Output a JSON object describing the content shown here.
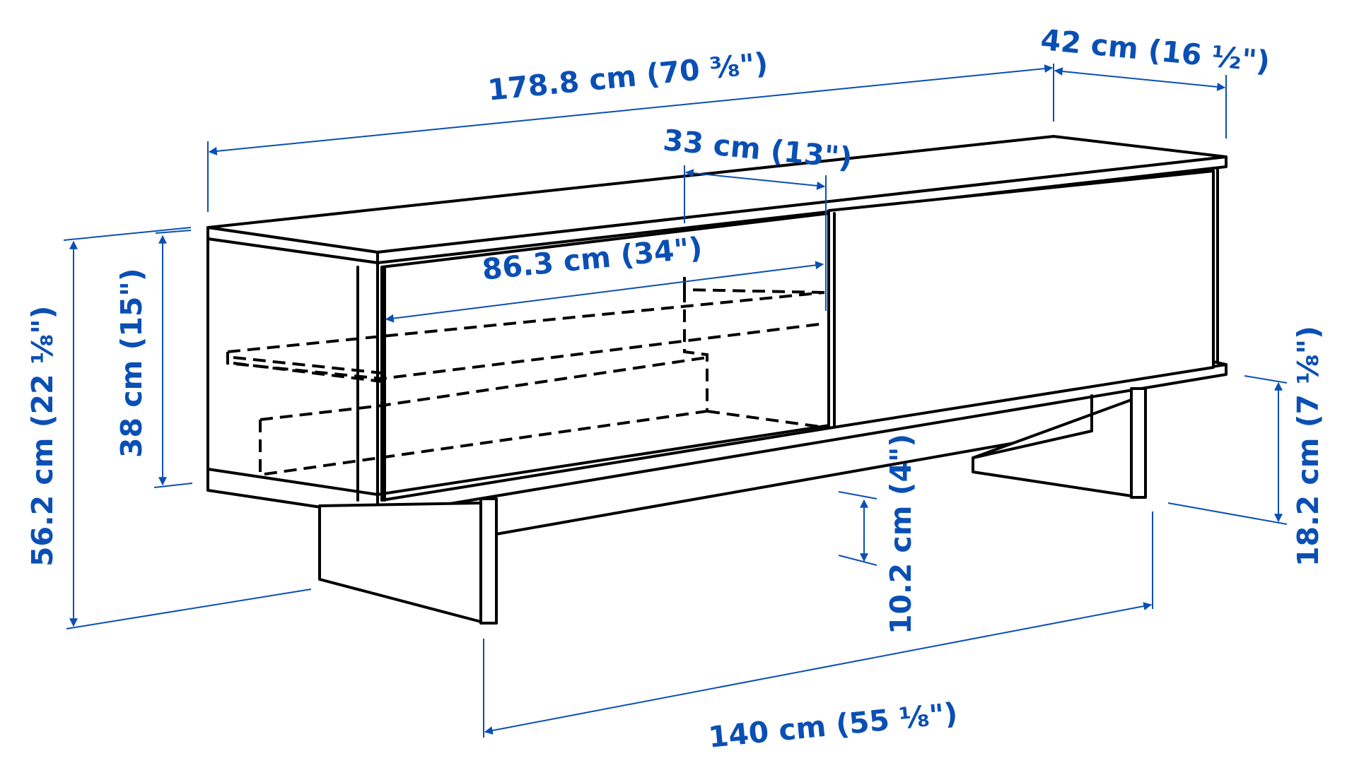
{
  "diagram": {
    "type": "technical dimension drawing",
    "subject": "TV bench with open compartment and sliding door",
    "colors": {
      "dimension": "#0a4fb4",
      "line": "#000000",
      "background": "#ffffff"
    },
    "dimensions": {
      "total_width": "178.8 cm (70 ⅜\")",
      "depth": "42 cm (16 ½\")",
      "compartment_depth": "33 cm (13\")",
      "compartment_width": "86.3 cm (34\")",
      "total_height": "56.2 cm (22 ⅛\")",
      "compartment_height": "38 cm (15\")",
      "leg_height": "18.2 cm (7 ⅛\")",
      "floor_clearance": "10.2 cm (4\")",
      "leg_span": "140 cm (55 ⅛\")"
    }
  }
}
